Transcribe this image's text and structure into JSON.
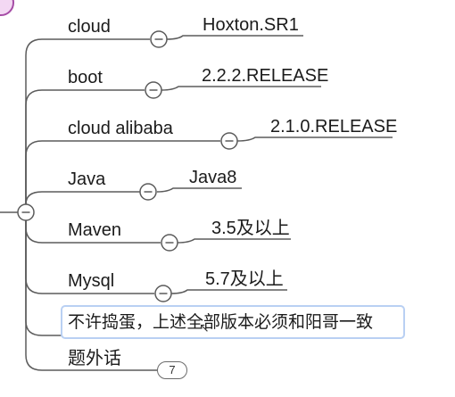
{
  "mindmap": {
    "branches": [
      {
        "name": "cloud",
        "value": "Hoxton.SR1"
      },
      {
        "name": "boot",
        "value": "2.2.2.RELEASE"
      },
      {
        "name": "cloud alibaba",
        "value": "2.1.0.RELEASE"
      },
      {
        "name": "Java",
        "value": "Java8"
      },
      {
        "name": "Maven",
        "value": "3.5及以上"
      },
      {
        "name": "Mysql",
        "value": "5.7及以上"
      }
    ],
    "note": "不许捣蛋，上述全部版本必须和阳哥一致",
    "extra_branch": {
      "name": "题外话",
      "count": "7"
    }
  },
  "colors": {
    "line": "#5b5b5b",
    "text": "#1b1b1b",
    "note_border": "#b9d0f3",
    "corner_fill": "#f3d8f3",
    "corner_border": "#a64ca6"
  }
}
